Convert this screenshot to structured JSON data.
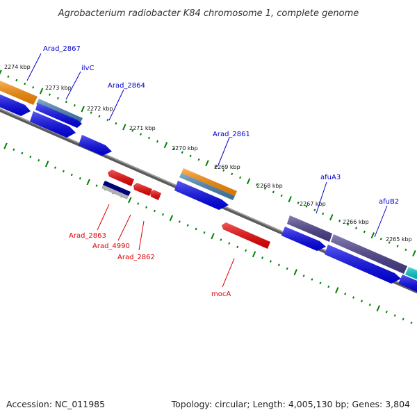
{
  "title": "Agrobacterium radiobacter K84 chromosome 1, complete genome",
  "footer": {
    "accession": "Accession: NC_011985",
    "summary": "Topology: circular; Length: 4,005,130 bp; Genes: 3,804"
  },
  "colors": {
    "backbone": "#808080",
    "kbp_ticks": "#008000",
    "forward_label": "#0000cc",
    "reverse_label": "#dd0000",
    "cds_blue": "#0000ee",
    "orange": "#ff8c00",
    "steel": "#4682b4",
    "purple": "#483d8b",
    "red": "#ee0000",
    "cyan": "#00cccc",
    "navy": "#00007a",
    "grey": "#b0b0b0"
  },
  "kbp_ticks": [
    {
      "label": "2274 kbp"
    },
    {
      "label": "2273 kbp"
    },
    {
      "label": "2272 kbp"
    },
    {
      "label": "2271 kbp"
    },
    {
      "label": "2270 kbp"
    },
    {
      "label": "2269 kbp"
    },
    {
      "label": "2268 kbp"
    },
    {
      "label": "2267 kbp"
    },
    {
      "label": "2266 kbp"
    },
    {
      "label": "2265 kbp"
    }
  ],
  "forward_genes": [
    {
      "label": "Arad_2867"
    },
    {
      "label": "ilvC"
    },
    {
      "label": "Arad_2864"
    },
    {
      "label": "Arad_2861"
    },
    {
      "label": "afuA3"
    },
    {
      "label": "afuB2"
    }
  ],
  "reverse_genes": [
    {
      "label": "Arad_2863"
    },
    {
      "label": "Arad_4990"
    },
    {
      "label": "Arad_2862"
    },
    {
      "label": "mocA"
    }
  ]
}
